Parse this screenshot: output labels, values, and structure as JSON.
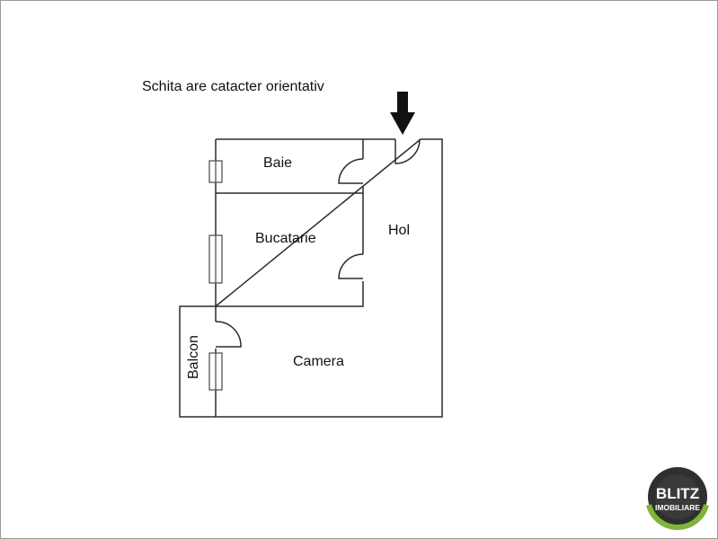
{
  "note": "Schita are catacter orientativ",
  "rooms": {
    "baie": "Baie",
    "bucatarie": "Bucatarie",
    "hol": "Hol",
    "camera": "Camera",
    "balcon": "Balcon"
  },
  "logo": {
    "brand": "BLITZ",
    "sub": "IMOBILIARE",
    "colors": {
      "ring_dark": "#2f2f2f",
      "ring_accent": "#7fb539",
      "text": "#ffffff"
    }
  },
  "colors": {
    "wall": "#2b2b2b",
    "arrow": "#111111",
    "window": "#555555"
  },
  "icons": {
    "entry": "down-arrow-icon"
  }
}
